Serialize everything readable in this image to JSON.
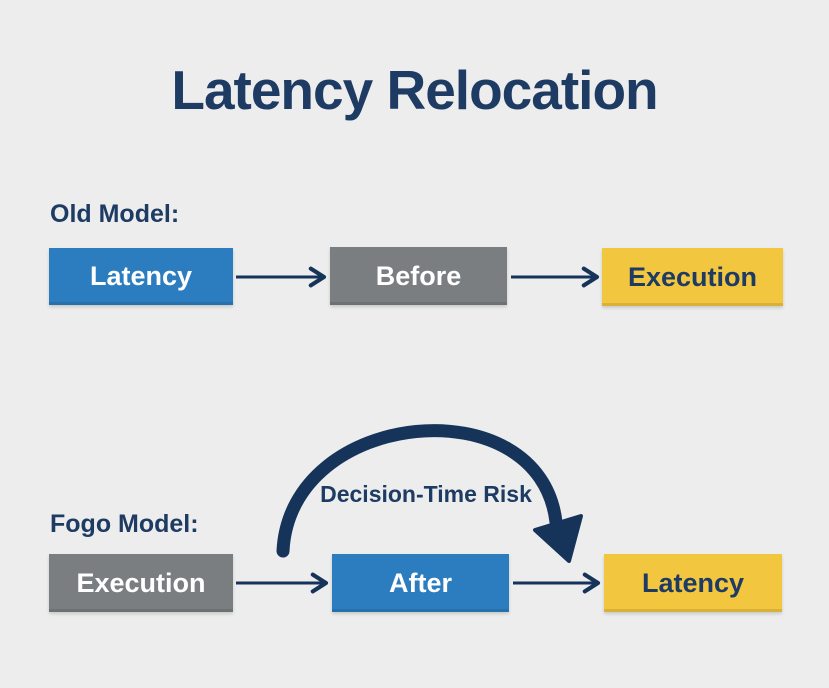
{
  "title": "Latency Relocation",
  "colors": {
    "background": "#ecedec",
    "navy_text": "#1d3b63",
    "arrow_navy": "#16335a",
    "box_blue": "#2b7dc0",
    "box_gray": "#7b7e81",
    "box_yellow": "#f3c63f"
  },
  "old_model": {
    "label": "Old Model:",
    "boxes": [
      {
        "label": "Latency",
        "variant": "blue"
      },
      {
        "label": "Before",
        "variant": "gray"
      },
      {
        "label": "Execution",
        "variant": "yellow"
      }
    ]
  },
  "fogo_model": {
    "label": "Fogo Model:",
    "annotation": "Decision-Time Risk",
    "boxes": [
      {
        "label": "Execution",
        "variant": "gray"
      },
      {
        "label": "After",
        "variant": "blue"
      },
      {
        "label": "Latency",
        "variant": "yellow"
      }
    ]
  }
}
